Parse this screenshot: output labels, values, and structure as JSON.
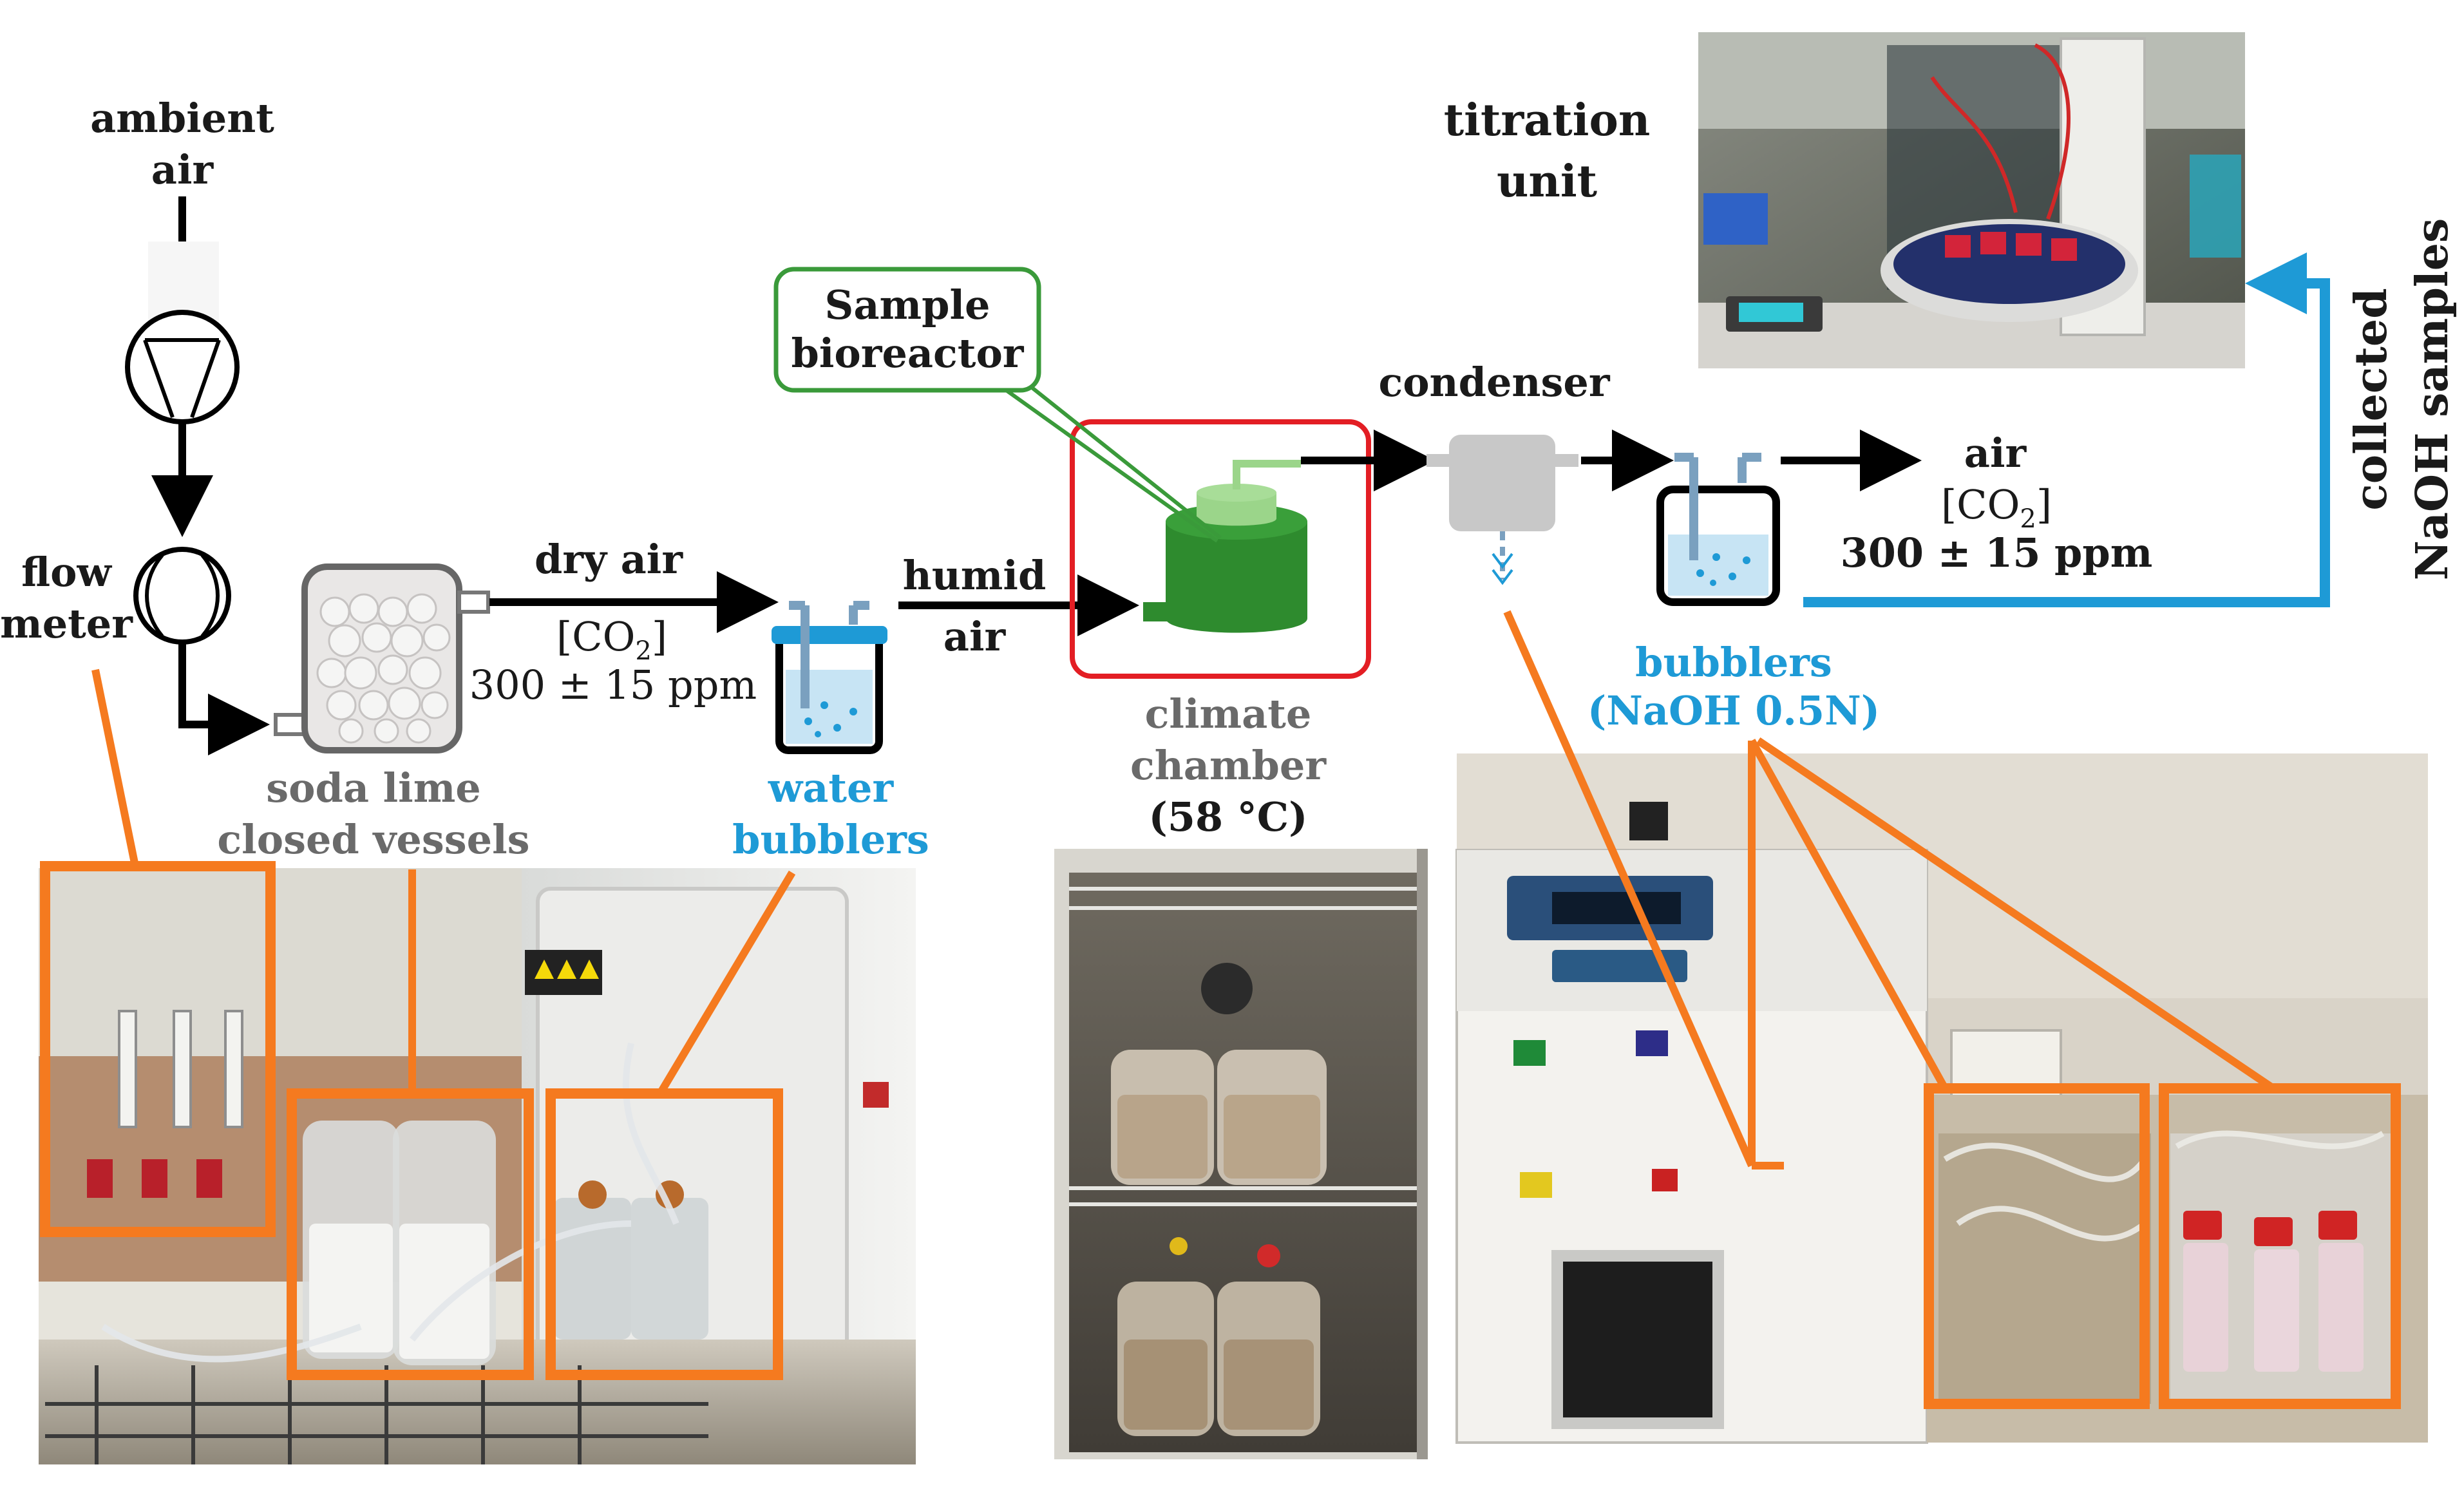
{
  "labels": {
    "ambient_air": [
      "ambient",
      "air"
    ],
    "flow_meter": [
      "flow",
      "meter"
    ],
    "soda_lime": [
      "soda lime",
      "closed vessels"
    ],
    "dry_air": "dry air",
    "co2_left": "[CO",
    "co2_sub": "2",
    "co2_close": "]",
    "ppm_left": "300 ± 15 ppm",
    "humid_air": [
      "humid",
      "air"
    ],
    "water_bubblers": [
      "water",
      "bubblers"
    ],
    "sample_bioreactor": [
      "Sample",
      "bioreactor"
    ],
    "climate_chamber": [
      "climate",
      "chamber",
      "(58 °C)"
    ],
    "condenser": "condenser",
    "air_out": "air",
    "ppm_right": "300 ± 15 ppm",
    "bubblers_naoh": [
      "bubblers",
      "(NaOH 0.5N)"
    ],
    "titration_unit": [
      "titration",
      "unit"
    ],
    "collected_samples": [
      "collected",
      "NaOH samples"
    ]
  },
  "photos": {
    "left": "lab bench with flow meters, soda lime vessels and water bubblers",
    "middle": "climate chamber interior with bioreactor jars",
    "right": "incubator display and NaOH bubblers",
    "top": "automatic titration unit"
  },
  "colors": {
    "arrow": "#000000",
    "highlight_orange": "#f57a1f",
    "bubbler_blue": "#1e9ad6",
    "chamber_red": "#e31e24",
    "bioreactor_green": "#2e8b2e",
    "bioreactor_box": "#3a9a3a",
    "condenser_gray": "#c8c8c8"
  }
}
